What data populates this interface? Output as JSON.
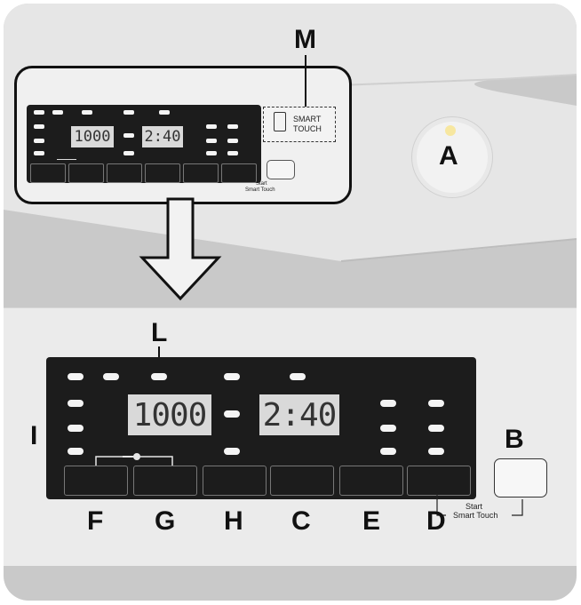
{
  "callouts": {
    "M": "M",
    "A": "A",
    "L": "L",
    "I": "I",
    "B": "B",
    "F": "F",
    "G": "G",
    "H": "H",
    "C": "C",
    "E": "E",
    "D": "D"
  },
  "display": {
    "speed": "1000",
    "time": "2:40"
  },
  "smart_touch": {
    "line1": "SMART",
    "line2": "TOUCH"
  },
  "small_caption": {
    "line1": "Start",
    "line2": "Smart Touch"
  },
  "start_caption": {
    "line1": "Start",
    "line2": "Smart Touch"
  },
  "colors": {
    "panel_black": "#1c1c1c",
    "frame_gray": "#c9c9c9",
    "display_gray": "#d9d9d9"
  }
}
